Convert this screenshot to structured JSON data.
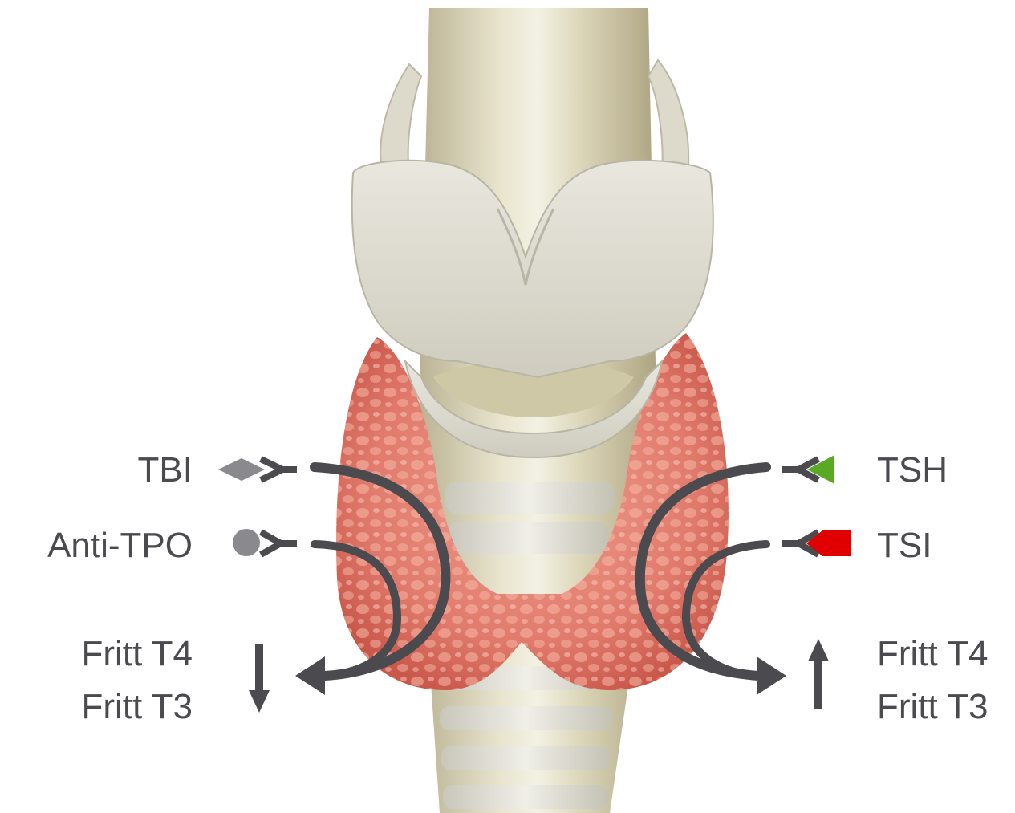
{
  "labels": {
    "tbi": "TBI",
    "anti_tpo": "Anti-TPO",
    "tsh": "TSH",
    "tsi": "TSI",
    "left_free_t4": "Fritt T4",
    "left_free_t3": "Fritt T3",
    "right_free_t4": "Fritt T4",
    "right_free_t3": "Fritt T3"
  },
  "colors": {
    "text": "#4a4a4f",
    "arrow": "#4a4a4f",
    "tbi_marker": "#8a8a8e",
    "anti_tpo_marker": "#8a8a8e",
    "tsh_marker": "#5aa925",
    "tsi_marker": "#e00000",
    "thyroid": "#e07468",
    "cartilage": "#d8d4c4",
    "trachea": "#cfc9a8"
  },
  "icons": {
    "tbi_marker": "diamond-icon",
    "anti_tpo_marker": "circle-icon",
    "tsh_marker": "triangle-icon",
    "tsi_marker": "pentagon-icon",
    "left_effect": "arrow-down-icon",
    "right_effect": "arrow-up-icon"
  }
}
